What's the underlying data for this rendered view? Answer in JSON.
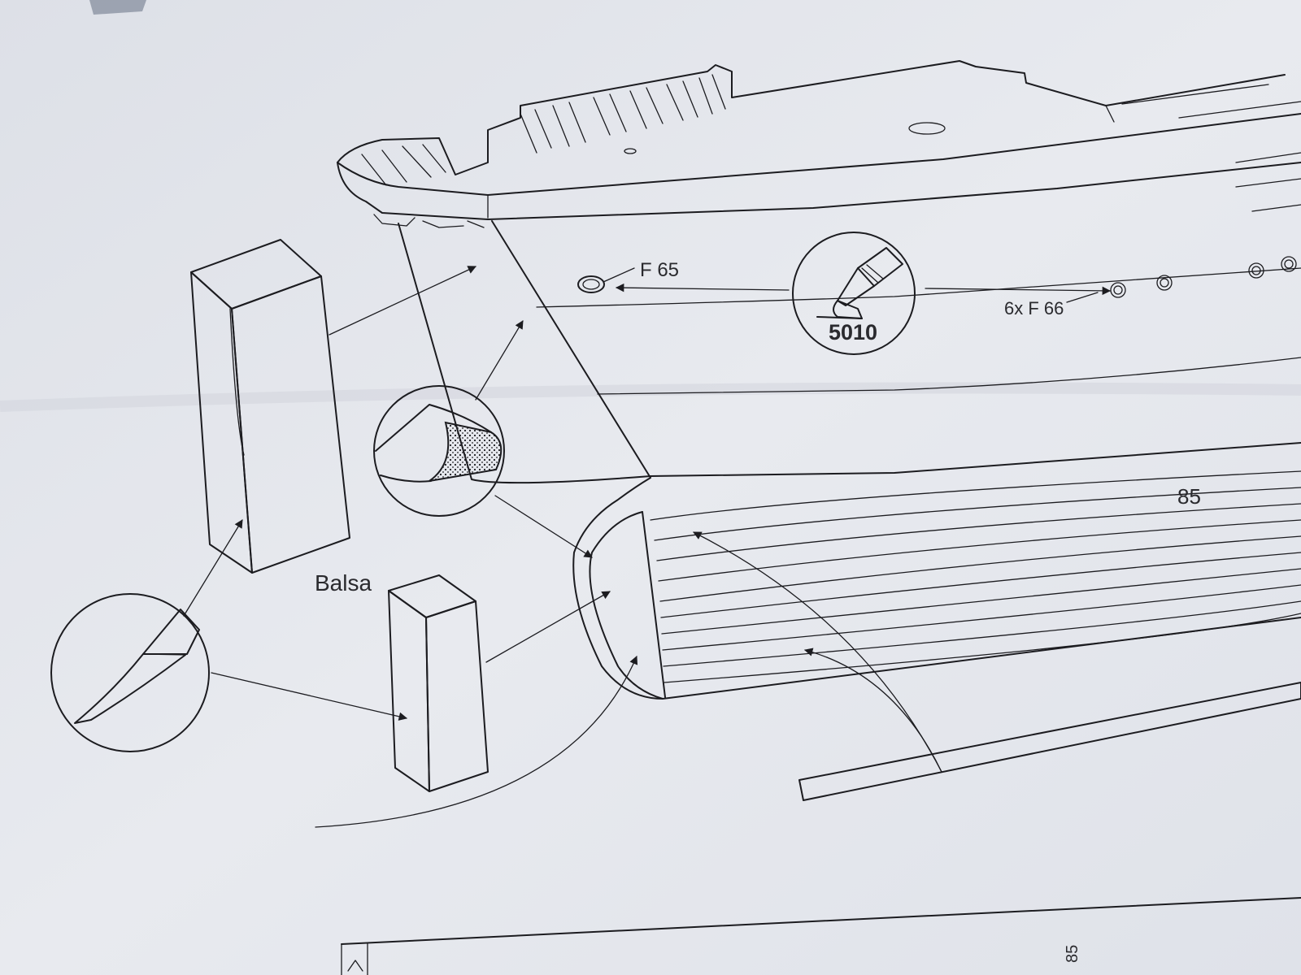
{
  "labels": {
    "part_f65": "F 65",
    "part_f66": "6x F 66",
    "paint_code": "5010",
    "material": "Balsa",
    "page_number": "85",
    "page_number_footer": "85"
  },
  "colors": {
    "paper": "#e6e8ee",
    "paper_shadow": "#c9cdd7",
    "ink": "#1c1c20"
  },
  "icons": [
    "glue-tube-icon",
    "knife-icon",
    "arrow-icon"
  ]
}
